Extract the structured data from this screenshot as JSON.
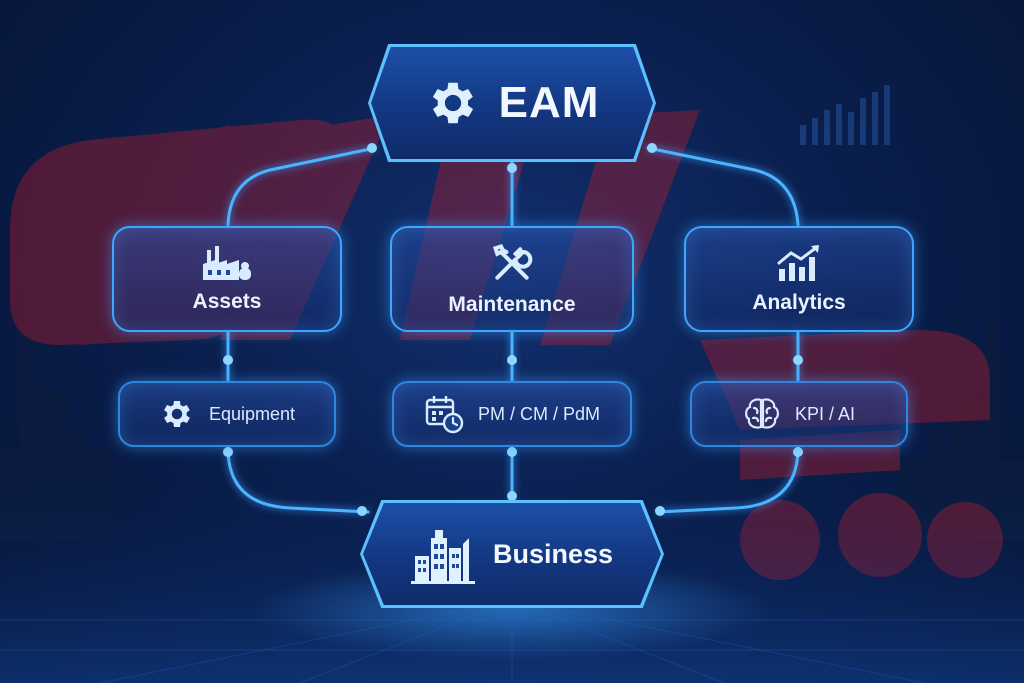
{
  "root": {
    "label": "EAM",
    "icon": "gear-icon"
  },
  "modules": [
    {
      "id": "assets",
      "label": "Assets",
      "icon": "factory-icon",
      "sub": {
        "label": "Equipment",
        "icon": "gear-icon"
      }
    },
    {
      "id": "maintenance",
      "label": "Maintenance",
      "icon": "tools-icon",
      "sub": {
        "label": "PM / CM / PdM",
        "icon": "calendar-clock-icon"
      }
    },
    {
      "id": "analytics",
      "label": "Analytics",
      "icon": "chart-up-icon",
      "sub": {
        "label": "KPI / AI",
        "icon": "brain-icon"
      }
    }
  ],
  "business": {
    "label": "Business",
    "icon": "buildings-icon"
  },
  "colors": {
    "accent": "#3ea6ff",
    "glow": "#5cc0ff",
    "background": "#0a1f4e",
    "watermark": "#b01c2a"
  }
}
